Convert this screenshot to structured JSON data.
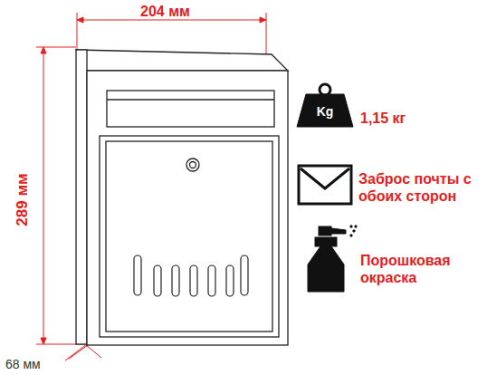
{
  "diagram": {
    "labels": [
      "204 мм",
      "289 мм",
      "68 мм",
      "Kg",
      "1,15 кг",
      "Заброс почты с обоих сторон",
      "Порошковая окраска"
    ]
  }
}
